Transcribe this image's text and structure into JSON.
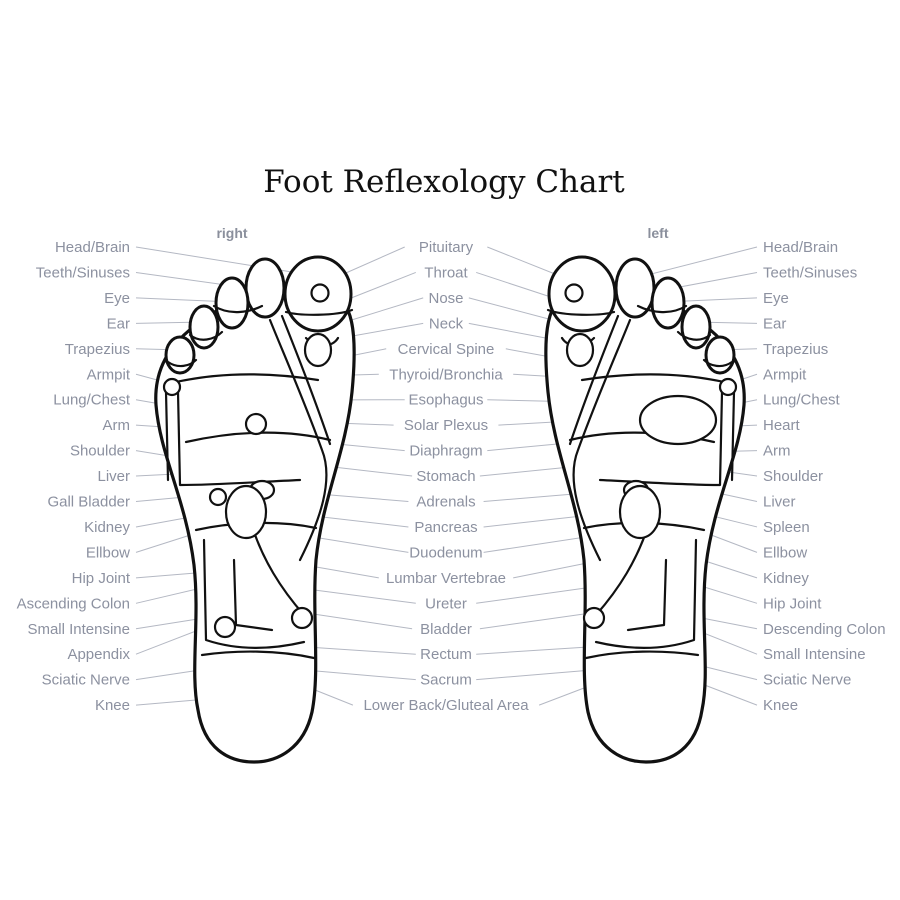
{
  "title": "Foot Reflexology Chart",
  "feet": {
    "right_label": "right",
    "left_label": "left"
  },
  "labels": {
    "right_side": [
      "Head/Brain",
      "Teeth/Sinuses",
      "Eye",
      "Ear",
      "Trapezius",
      "Armpit",
      "Lung/Chest",
      "Arm",
      "Shoulder",
      "Liver",
      "Gall Bladder",
      "Kidney",
      "Ellbow",
      "Hip Joint",
      "Ascending Colon",
      "Small Intensine",
      "Appendix",
      "Sciatic Nerve",
      "Knee"
    ],
    "center": [
      "Pituitary",
      "Throat",
      "Nose",
      "Neck",
      "Cervical Spine",
      "Thyroid/Bronchia",
      "Esophagus",
      "Solar Plexus",
      "Diaphragm",
      "Stomach",
      "Adrenals",
      "Pancreas",
      "Duodenum",
      "Lumbar Vertebrae",
      "Ureter",
      "Bladder",
      "Rectum",
      "Sacrum",
      "Lower Back/Gluteal Area"
    ],
    "left_side": [
      "Head/Brain",
      "Teeth/Sinuses",
      "Eye",
      "Ear",
      "Trapezius",
      "Armpit",
      "Lung/Chest",
      "Heart",
      "Arm",
      "Shoulder",
      "Liver",
      "Spleen",
      "Ellbow",
      "Kidney",
      "Hip Joint",
      "Descending Colon",
      "Small Intensine",
      "Sciatic Nerve",
      "Knee"
    ]
  },
  "colors": {
    "label_text": "#8c91a0",
    "leader_line": "#b4b8c3",
    "outline": "#111111"
  }
}
